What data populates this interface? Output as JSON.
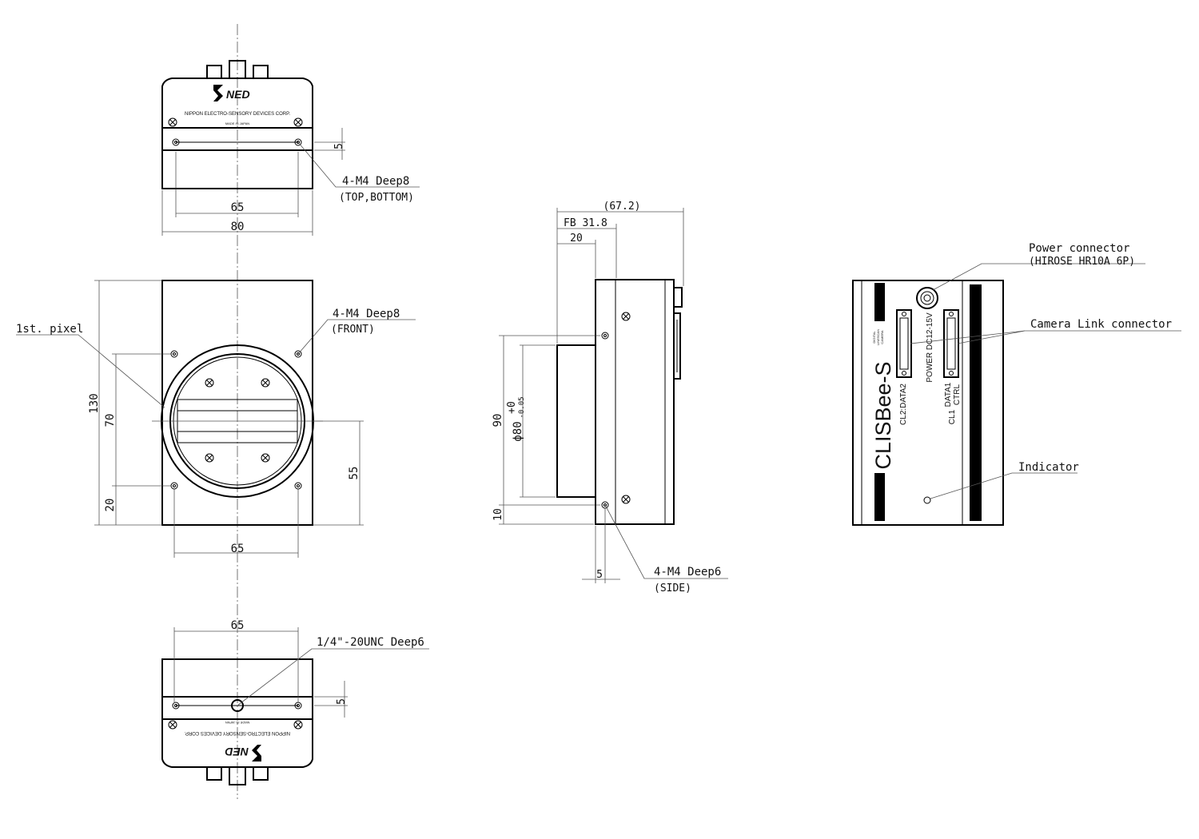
{
  "brand": {
    "logo_text": "NED",
    "company": "NIPPON ELECTRO-SENSORY DEVICES CORP.",
    "made_in": "MADE IN JAPAN"
  },
  "top_view": {
    "dim_65": "65",
    "dim_80": "80",
    "dim_5": "5",
    "note_line1": "4-M4 Deep8",
    "note_line2": "(TOP,BOTTOM)"
  },
  "front_view": {
    "first_pixel_label": "1st. pixel",
    "note_line1": "4-M4 Deep8",
    "note_line2": "(FRONT)",
    "dim_130": "130",
    "dim_70": "70",
    "dim_20": "20",
    "dim_55": "55",
    "dim_65": "65"
  },
  "side_view": {
    "dim_672": "(67.2)",
    "dim_fb": "FB 31.8",
    "dim_20": "20",
    "dim_90": "90",
    "dim_phi80": "ϕ80",
    "tol_upper": "+0",
    "tol_lower": "-0.05",
    "dim_10": "10",
    "dim_5": "5",
    "note_line1": "4-M4 Deep6",
    "note_line2": "(SIDE)"
  },
  "bottom_view": {
    "dim_65": "65",
    "dim_5": "5",
    "note": "1/4\"-20UNC Deep6"
  },
  "rear_view": {
    "product_name": "CLISBee-S",
    "small_label_1": "DIGITAL",
    "small_label_2": "LINESCAN",
    "small_label_3": "CAMERA",
    "power_label": "POWER DC12-15V",
    "cl2_label": "CL2:DATA2",
    "cl1_label1": "CL1",
    "cl1_label2": "DATA1",
    "cl1_label3": "CTRL",
    "power_connector_line1": "Power connector",
    "power_connector_line2": "(HIROSE HR10A 6P)",
    "camera_link_label": "Camera Link connector",
    "indicator_label": "Indicator"
  }
}
